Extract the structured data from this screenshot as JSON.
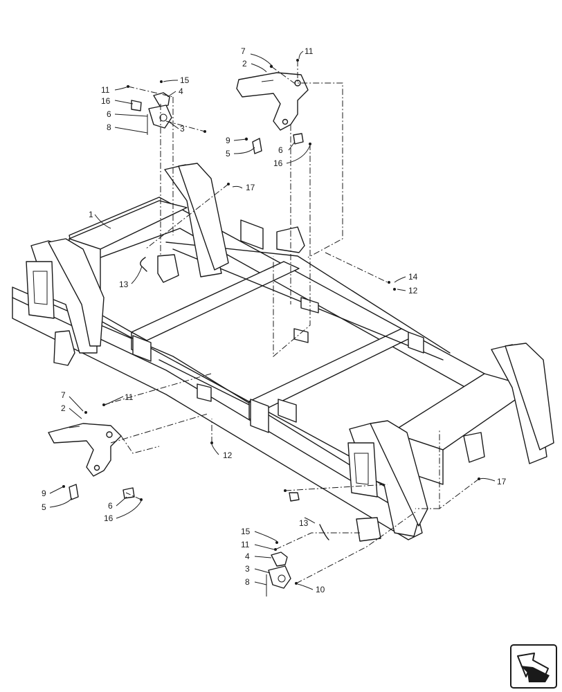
{
  "diagram": {
    "callouts": {
      "c1": "1",
      "c2a": "2",
      "c2b": "2",
      "c3a": "3",
      "c3b": "3",
      "c4a": "4",
      "c4b": "4",
      "c5a": "5",
      "c5b": "5",
      "c6a": "6",
      "c6b": "6",
      "c6c": "6",
      "c7a": "7",
      "c7b": "7",
      "c8a": "8",
      "c8b": "8",
      "c9a": "9",
      "c9b": "9",
      "c10": "10",
      "c11a": "11",
      "c11b": "11",
      "c11c": "11",
      "c11d": "11",
      "c12a": "12",
      "c12b": "12",
      "c13a": "13",
      "c13b": "13",
      "c14": "14",
      "c15a": "15",
      "c15b": "15",
      "c16a": "16",
      "c16b": "16",
      "c16c": "16",
      "c17a": "17",
      "c17b": "17"
    },
    "nav_icon": "page-navigation-icon"
  }
}
